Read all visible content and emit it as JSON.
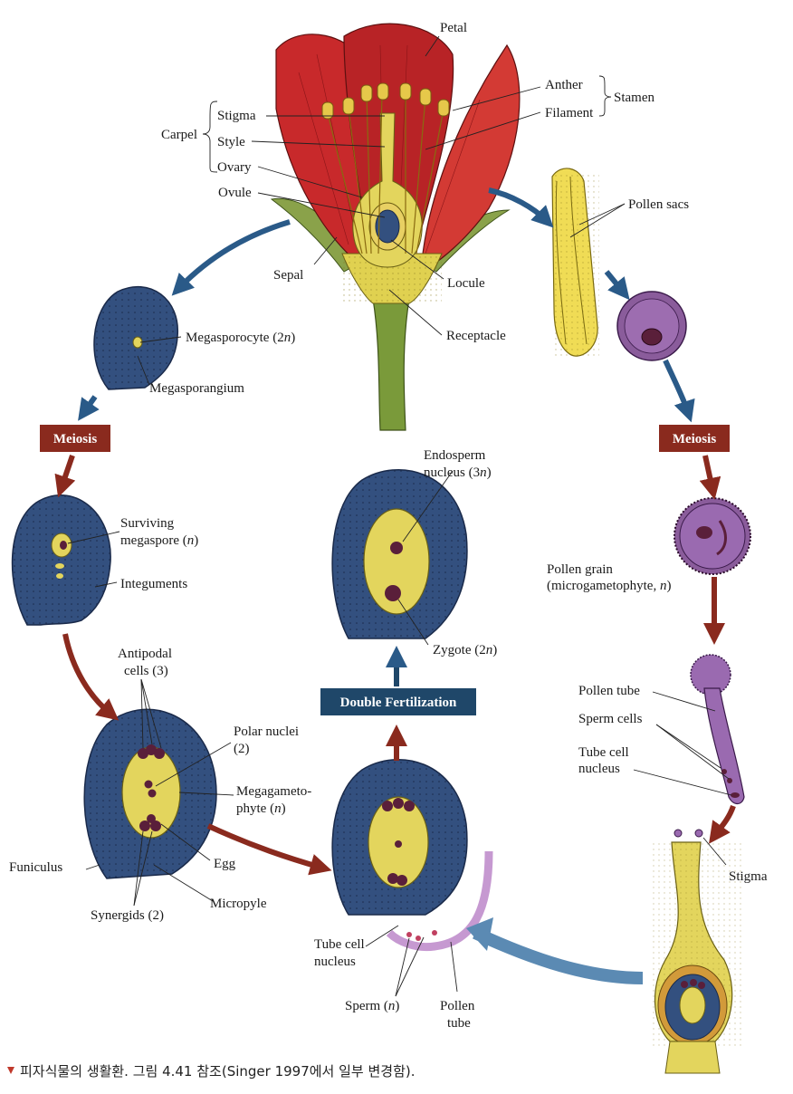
{
  "flower": {
    "petal": "Petal",
    "anther": "Anther",
    "filament": "Filament",
    "stamen": "Stamen",
    "carpel": "Carpel",
    "stigma": "Stigma",
    "style": "Style",
    "ovary": "Ovary",
    "ovule": "Ovule",
    "sepal": "Sepal",
    "locule": "Locule",
    "receptacle": "Receptacle"
  },
  "male": {
    "pollen_sacs": "Pollen sacs",
    "meiosis": "Meiosis",
    "pollen_grain_l1": "Pollen grain",
    "pollen_grain_l2": "(microgametophyte, ",
    "pollen_grain_n": "n",
    "pollen_grain_end": ")",
    "pollen_tube": "Pollen tube",
    "sperm_cells": "Sperm cells",
    "tube_cell_l1": "Tube cell",
    "tube_cell_l2": "nucleus",
    "stigma": "Stigma"
  },
  "female": {
    "megasporocyte": "Megasporocyte (2",
    "megasporocyte_n": "n",
    "megasporocyte_end": ")",
    "megasporangium": "Megasporangium",
    "meiosis": "Meiosis",
    "surviving_l1": "Surviving",
    "surviving_l2": "megaspore (",
    "surviving_n": "n",
    "surviving_end": ")",
    "integuments": "Integuments",
    "antipodal_l1": "Antipodal",
    "antipodal_l2": "cells (3)",
    "polar_l1": "Polar nuclei",
    "polar_l2": "(2)",
    "megagameto_l1": "Megagameto-",
    "megagameto_l2": "phyte (",
    "megagameto_n": "n",
    "megagameto_end": ")",
    "egg": "Egg",
    "funiculus": "Funiculus",
    "micropyle": "Micropyle",
    "synergids": "Synergids (2)"
  },
  "fertilization": {
    "double_fertilization": "Double Fertilization",
    "endosperm_l1": "Endosperm",
    "endosperm_l2": "nucleus (3",
    "endosperm_n": "n",
    "endosperm_end": ")",
    "zygote": "Zygote (2",
    "zygote_n": "n",
    "zygote_end": ")",
    "tube_cell_l1": "Tube cell",
    "tube_cell_l2": "nucleus",
    "sperm": "Sperm (",
    "sperm_n": "n",
    "sperm_end": ")",
    "pollen_l1": "Pollen",
    "pollen_l2": "tube"
  },
  "caption": "피자식물의 생활환. 그림 4.41 참조(Singer 1997에서 일부 변경함).",
  "colors": {
    "ovule_blue": "#33507f",
    "cell_yellow": "#e3d55d",
    "petal_red": "#c8292b",
    "pollen_purple": "#8a5c9b",
    "meiosis_box": "#8a2a1e",
    "fertilization_box": "#1f4769",
    "arrow_dark_red": "#8a2a1e",
    "arrow_blue": "#2a5a88",
    "arrow_light_blue": "#5b8ab3",
    "stem_green": "#7a9a3a",
    "nucleus_dark": "#5a1f3a"
  }
}
